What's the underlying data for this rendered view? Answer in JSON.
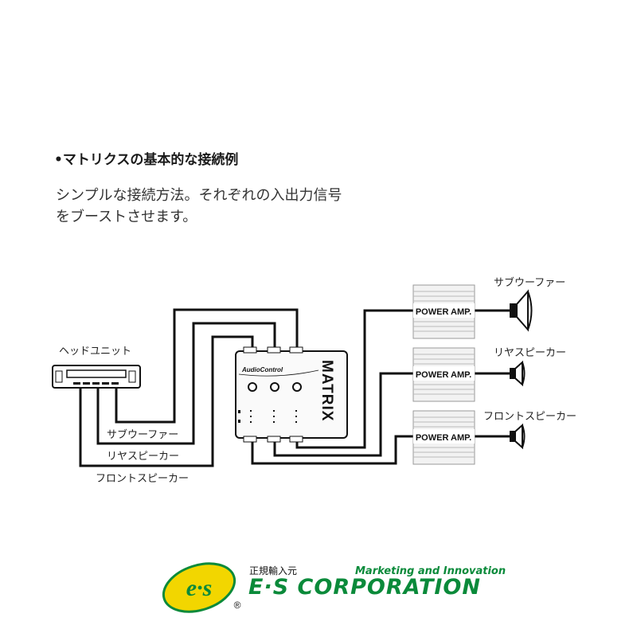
{
  "heading": "•マトリクスの基本的な接続例",
  "description": {
    "line1": "シンプルな接続方法。それぞれの入出力信号",
    "line2": "をブーストさせます。"
  },
  "head_unit_label": "ヘッドユニット",
  "processor": {
    "brand": "AudioControl",
    "model": "MATRIX"
  },
  "amps": [
    {
      "label": "POWER AMP.",
      "speaker": "サブウーファー"
    },
    {
      "label": "POWER AMP.",
      "speaker": "リヤスピーカー"
    },
    {
      "label": "POWER AMP.",
      "speaker": "フロントスピーカー"
    }
  ],
  "input_wires": [
    {
      "label": "サブウーファー"
    },
    {
      "label": "リヤスピーカー"
    },
    {
      "label": "フロントスピーカー"
    }
  ],
  "footer": {
    "subtitle": "正規輸入元",
    "tagline": "Marketing and Innovation",
    "corporation": "E·S CORPORATION",
    "logo_text": "e·s",
    "registered": "®"
  },
  "colors": {
    "brand_green": "#0a8a3a",
    "logo_yellow": "#f2d600",
    "wire": "#111111"
  }
}
